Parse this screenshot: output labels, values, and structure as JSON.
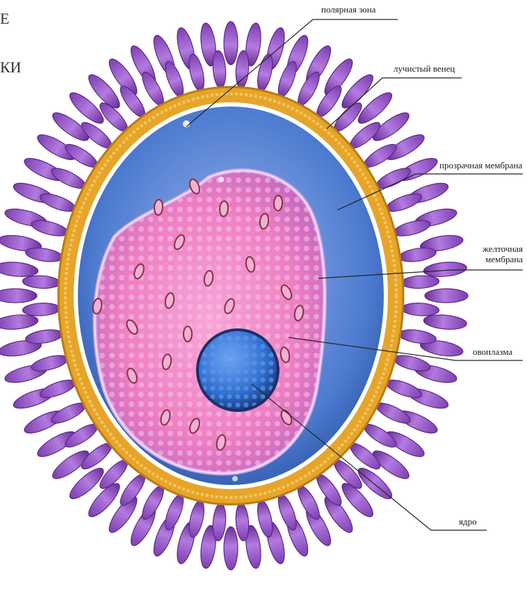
{
  "heading_fragments": [
    "Е",
    "КИ"
  ],
  "labels": {
    "polar_zone": "полярная зона",
    "corona_radiata": "лучистый венец",
    "zona_pellucida": "прозрачная мембрана",
    "vitelline_line1": "желточная",
    "vitelline_line2": "мембрана",
    "ooplasm": "овоплазма",
    "nucleus": "ядро"
  },
  "colors": {
    "corona": "#9b62c8",
    "corona_dark": "#6a2f96",
    "zona": "#e6a52a",
    "perivitelline": "#3f6fc4",
    "ooplasm": "#ee7fc3",
    "nucleus": "#2f6fd0",
    "leader": "#222222"
  }
}
